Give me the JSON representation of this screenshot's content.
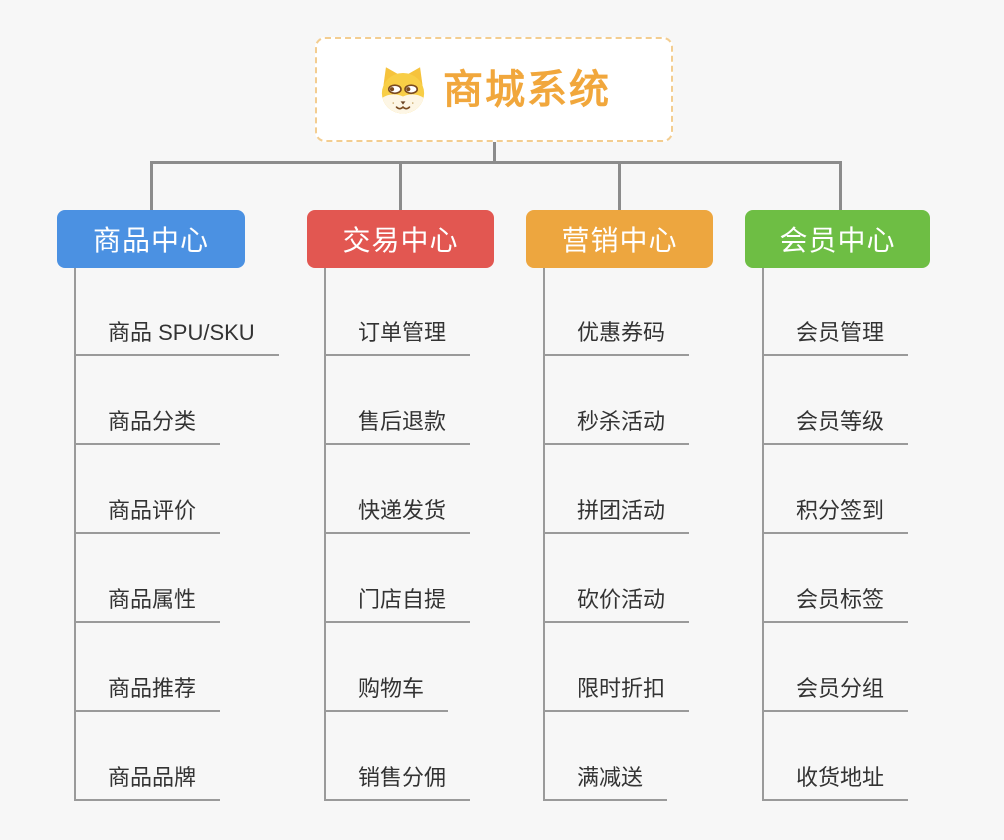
{
  "canvas": {
    "background": "#F7F7F7",
    "connector_color": "#8C8C8C",
    "underline_color": "#9A9A9A"
  },
  "root": {
    "title": "商城系统",
    "icon": "shiba-dog-icon",
    "title_color": "#F1A73C",
    "border_color": "#F3CD90"
  },
  "branches": [
    {
      "label": "商品中心",
      "color": "#4B91E2",
      "items": [
        "商品 SPU/SKU",
        "商品分类",
        "商品评价",
        "商品属性",
        "商品推荐",
        "商品品牌"
      ]
    },
    {
      "label": "交易中心",
      "color": "#E25751",
      "items": [
        "订单管理",
        "售后退款",
        "快递发货",
        "门店自提",
        "购物车",
        "销售分佣"
      ]
    },
    {
      "label": "营销中心",
      "color": "#EDA63F",
      "items": [
        "优惠券码",
        "秒杀活动",
        "拼团活动",
        "砍价活动",
        "限时折扣",
        "满减送"
      ]
    },
    {
      "label": "会员中心",
      "color": "#6EBE44",
      "items": [
        "会员管理",
        "会员等级",
        "积分签到",
        "会员标签",
        "会员分组",
        "收货地址"
      ]
    }
  ]
}
